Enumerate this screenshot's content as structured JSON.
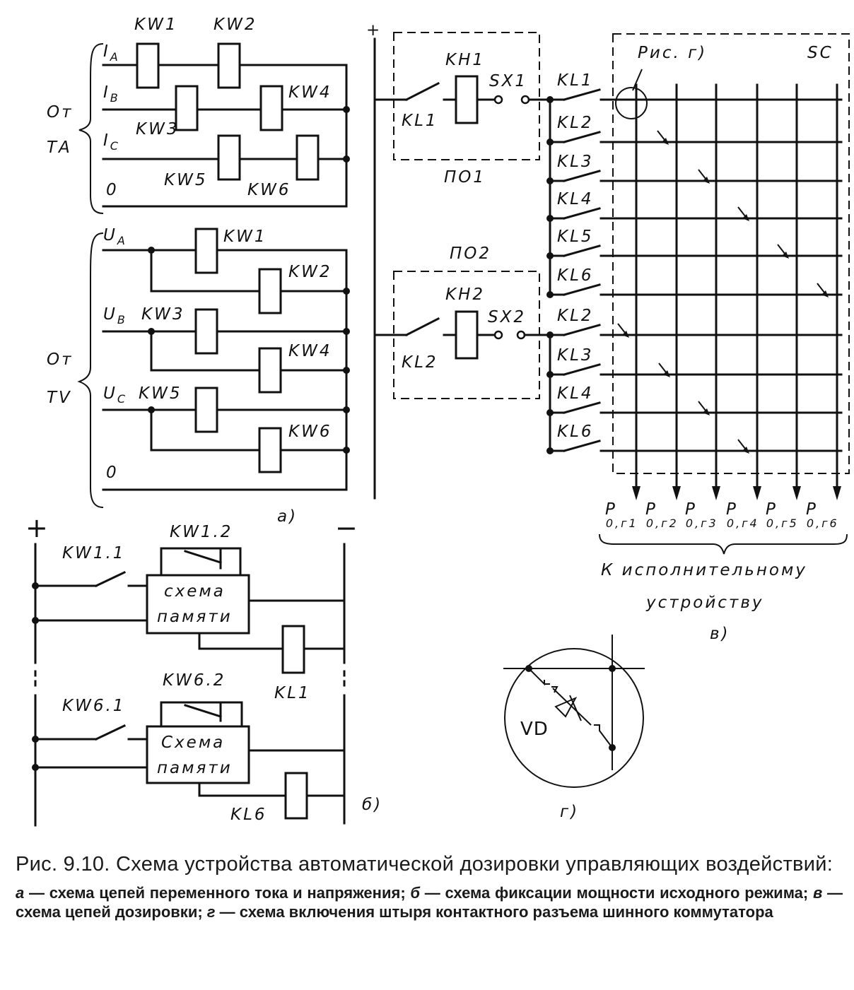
{
  "panel_a": {
    "from_ta": [
      "От",
      "ТА"
    ],
    "from_tv": [
      "От",
      "TV"
    ],
    "current_inputs": [
      "I",
      "I",
      "I",
      "0"
    ],
    "current_subs": [
      "A",
      "B",
      "C"
    ],
    "voltage_inputs": [
      "U",
      "U",
      "U",
      "0"
    ],
    "voltage_subs": [
      "A",
      "B",
      "C"
    ],
    "relays_ta": [
      "KW1",
      "KW2",
      "KW3",
      "KW4",
      "KW5",
      "KW6"
    ],
    "relays_tv": [
      "KW1",
      "KW2",
      "KW3",
      "KW4",
      "KW5",
      "KW6"
    ],
    "label": "а)"
  },
  "panel_b": {
    "plus": "+",
    "minus": "−",
    "contact1": "KW1.1",
    "contact1b": "KW1.2",
    "memory1": [
      "схема",
      "памяти"
    ],
    "relay1": "KL1",
    "contact6": "KW6.1",
    "contact6b": "KW6.2",
    "memory6": [
      "Схема",
      "памяти"
    ],
    "relay6": "KL6",
    "label": "б)"
  },
  "panel_v": {
    "plus": "+",
    "po1": "ПО1",
    "po2": "ПО2",
    "kh1": "KH1",
    "kh2": "KH2",
    "sx1": "SX1",
    "sx2": "SX2",
    "kl1": "KL1",
    "kl2": "KL2",
    "group1": [
      "KL1",
      "KL2",
      "KL3",
      "KL4",
      "KL5",
      "KL6"
    ],
    "group2": [
      "KL2",
      "KL3",
      "KL4",
      "KL6"
    ],
    "sc": "SC",
    "ris": "Рис. г)",
    "outputs": [
      "P",
      "P",
      "P",
      "P",
      "P",
      "P"
    ],
    "output_subs": [
      "0,г1",
      "0,г2",
      "0,г3",
      "0,г4",
      "0,г5",
      "0,г6"
    ],
    "to_device": [
      "К исполнительному",
      "устройству"
    ],
    "label": "в)"
  },
  "panel_g": {
    "vd": "VD",
    "label": "г)"
  },
  "caption": {
    "title": "Рис. 9.10. Схема устройства автоматической дозировки управляющих воздействий:",
    "a_key": "а",
    "a_text": " — схема цепей переменного тока и напряжения; ",
    "b_key": "б",
    "b_text": " — схема фиксации мощности исходного режима; ",
    "v_key": "в",
    "v_text": " — схема цепей дозировки; ",
    "g_key": "г",
    "g_text": " — схема включения штыря контактного разъема шинного коммутатора"
  }
}
